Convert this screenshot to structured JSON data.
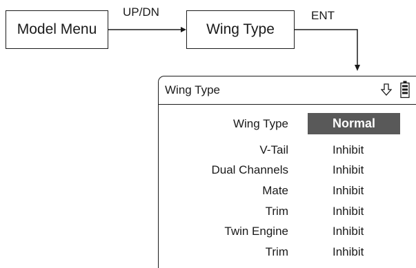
{
  "flow": {
    "box1": "Model Menu",
    "box2": "Wing Type",
    "edge1": "UP/DN",
    "edge2": "ENT"
  },
  "screen": {
    "title": "Wing Type",
    "icons": [
      "down-arrow-icon",
      "battery-icon"
    ],
    "rows": [
      {
        "label": "Wing Type",
        "value": "Normal",
        "selected": true
      },
      {
        "label": "V-Tail",
        "value": "Inhibit"
      },
      {
        "label": "Dual Channels",
        "value": "Inhibit"
      },
      {
        "label": "Mate",
        "value": "Inhibit"
      },
      {
        "label": "Trim",
        "value": "Inhibit"
      },
      {
        "label": "Twin Engine",
        "value": "Inhibit"
      },
      {
        "label": "Trim",
        "value": "Inhibit"
      }
    ]
  },
  "colors": {
    "highlight": "#595959",
    "line": "#1a1a1a"
  }
}
